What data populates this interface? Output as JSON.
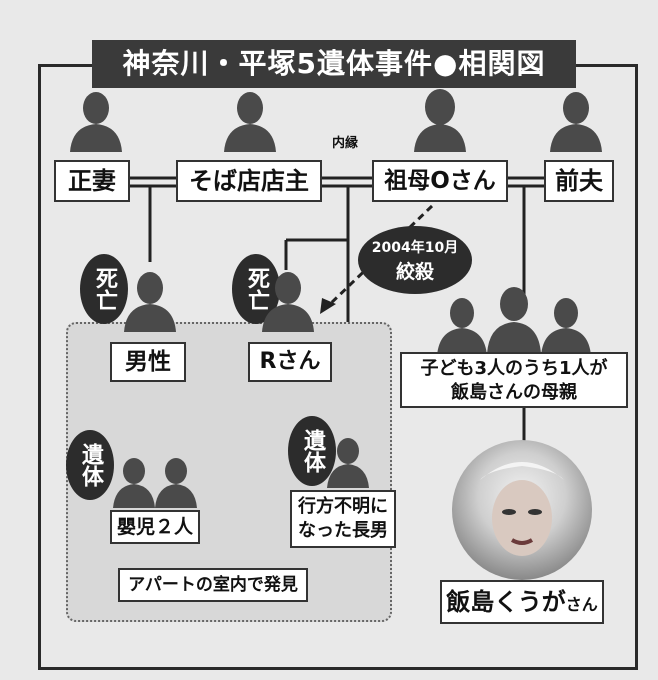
{
  "title": "神奈川・平塚5遺体事件●相関図",
  "naien_label": "内縁",
  "top_row": {
    "wife": "正妻",
    "owner": "そば店店主",
    "grandmother": "祖母Oさん",
    "exhusband": "前夫"
  },
  "incident": {
    "date": "2004年10月",
    "method": "絞殺"
  },
  "badges": {
    "dead1": "死亡",
    "dead2": "死亡",
    "body1": "遺体",
    "body2": "遺体"
  },
  "labels": {
    "male": "男性",
    "r_san": "Rさん",
    "infants": "嬰児２人",
    "missing_son": "行方不明になった長男",
    "missing_son_line1": "行方不明に",
    "missing_son_line2": "なった長男",
    "found": "アパートの室内で発見",
    "children_line1": "子ども3人のうち1人が",
    "children_line2": "飯島さんの母親",
    "iijima_name": "飯島くうが",
    "iijima_suffix": "さん"
  },
  "colors": {
    "silhouette": "#4a4a4a",
    "dark": "#2c2c2c",
    "frame": "#2a2a2a",
    "background": "#e9e9e9"
  }
}
